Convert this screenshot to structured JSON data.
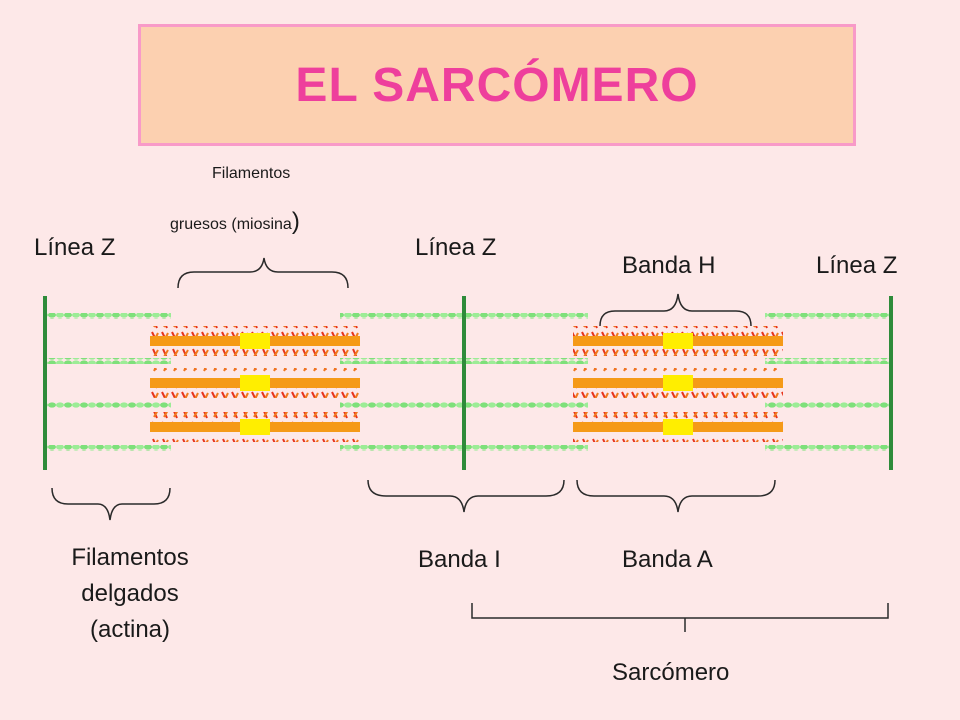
{
  "title": "EL SARCÓMERO",
  "labels": {
    "z_line_1": "Línea Z",
    "z_line_2": "Línea Z",
    "z_line_3": "Línea Z",
    "band_h": "Banda H",
    "thick_filaments_line1": "Filamentos",
    "thick_filaments_line2": "gruesos (miosina",
    "thick_filaments_paren": ")",
    "thin_filaments_line1": "Filamentos",
    "thin_filaments_line2": "delgados",
    "thin_filaments_line3": "(actina)",
    "band_i": "Banda I",
    "band_a": "Banda A",
    "sarcomere": "Sarcómero"
  },
  "colors": {
    "background": "#fde8e8",
    "title_box": "#fcd0b0",
    "title_border": "#f89ac8",
    "title_text": "#ee3f9c",
    "actin": "#7ee07a",
    "z_line": "#2e8b3a",
    "myosin_core": "#ffee00",
    "myosin_heads": "#e8341c"
  }
}
